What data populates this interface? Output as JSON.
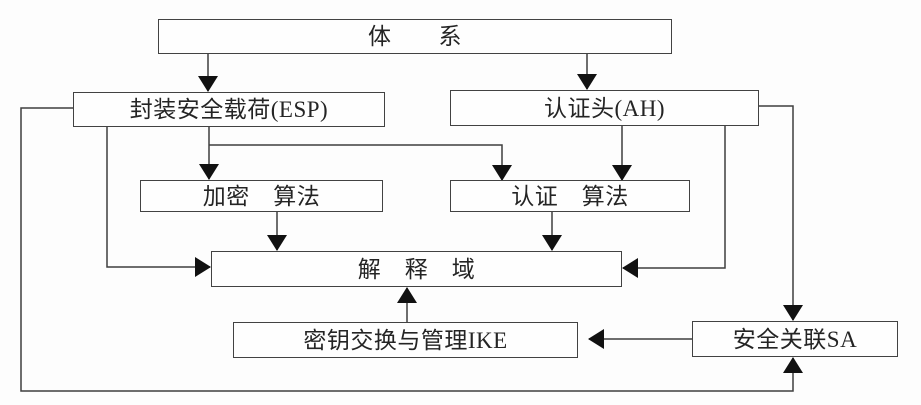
{
  "diagram": {
    "colors": {
      "background": "#fdfdfd",
      "line": "#3f3f3f",
      "arrowhead": "#111111",
      "text": "#242424"
    },
    "nodes": [
      {
        "id": "architecture",
        "label": "体　　系"
      },
      {
        "id": "esp",
        "label": "封装安全载荷(ESP)"
      },
      {
        "id": "ah",
        "label": "认证头(AH)"
      },
      {
        "id": "encryption-algorithm",
        "label": "加密　算法"
      },
      {
        "id": "authentication-algorithm",
        "label": "认证　算法"
      },
      {
        "id": "doi",
        "label": "解　释　域"
      },
      {
        "id": "ike",
        "label": "密钥交换与管理IKE"
      },
      {
        "id": "sa",
        "label": "安全关联SA"
      }
    ],
    "edges": [
      {
        "from": "architecture",
        "to": "esp"
      },
      {
        "from": "architecture",
        "to": "ah"
      },
      {
        "from": "esp",
        "to": "encryption-algorithm"
      },
      {
        "from": "esp",
        "to": "authentication-algorithm"
      },
      {
        "from": "ah",
        "to": "authentication-algorithm"
      },
      {
        "from": "encryption-algorithm",
        "to": "doi"
      },
      {
        "from": "authentication-algorithm",
        "to": "doi"
      },
      {
        "from": "esp",
        "to": "doi"
      },
      {
        "from": "ah",
        "to": "doi"
      },
      {
        "from": "ike",
        "to": "doi"
      },
      {
        "from": "sa",
        "to": "ike"
      },
      {
        "from": "ah",
        "to": "sa"
      },
      {
        "from": "esp",
        "to": "sa"
      }
    ]
  }
}
